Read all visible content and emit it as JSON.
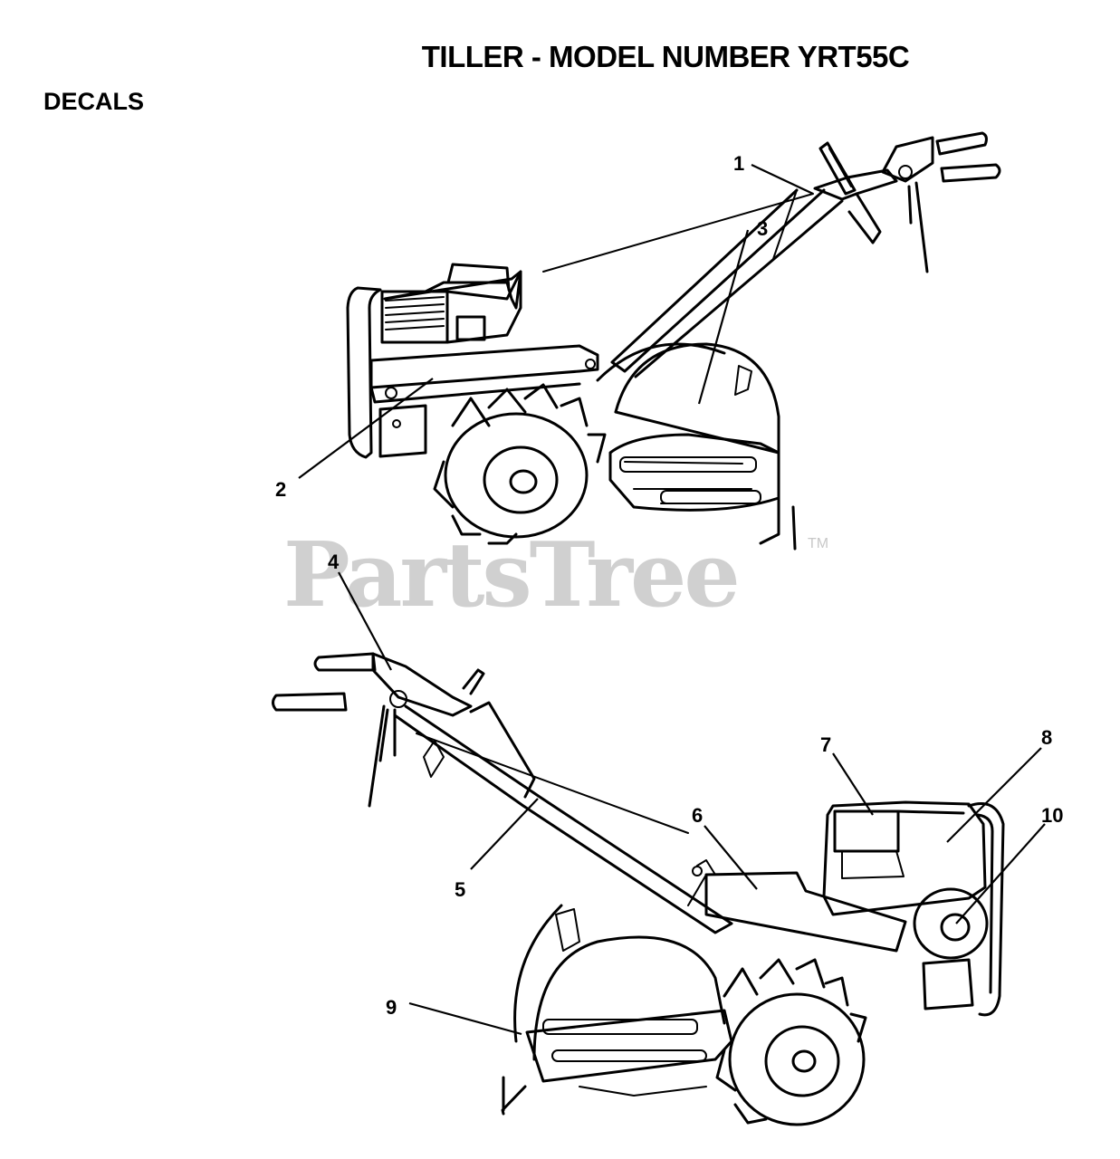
{
  "title": "TILLER - MODEL NUMBER YRT55C",
  "section": "DECALS",
  "watermark": "PartsTree",
  "watermark_tm": "TM",
  "callouts": [
    "1",
    "2",
    "3",
    "4",
    "5",
    "6",
    "7",
    "8",
    "9",
    "10"
  ]
}
